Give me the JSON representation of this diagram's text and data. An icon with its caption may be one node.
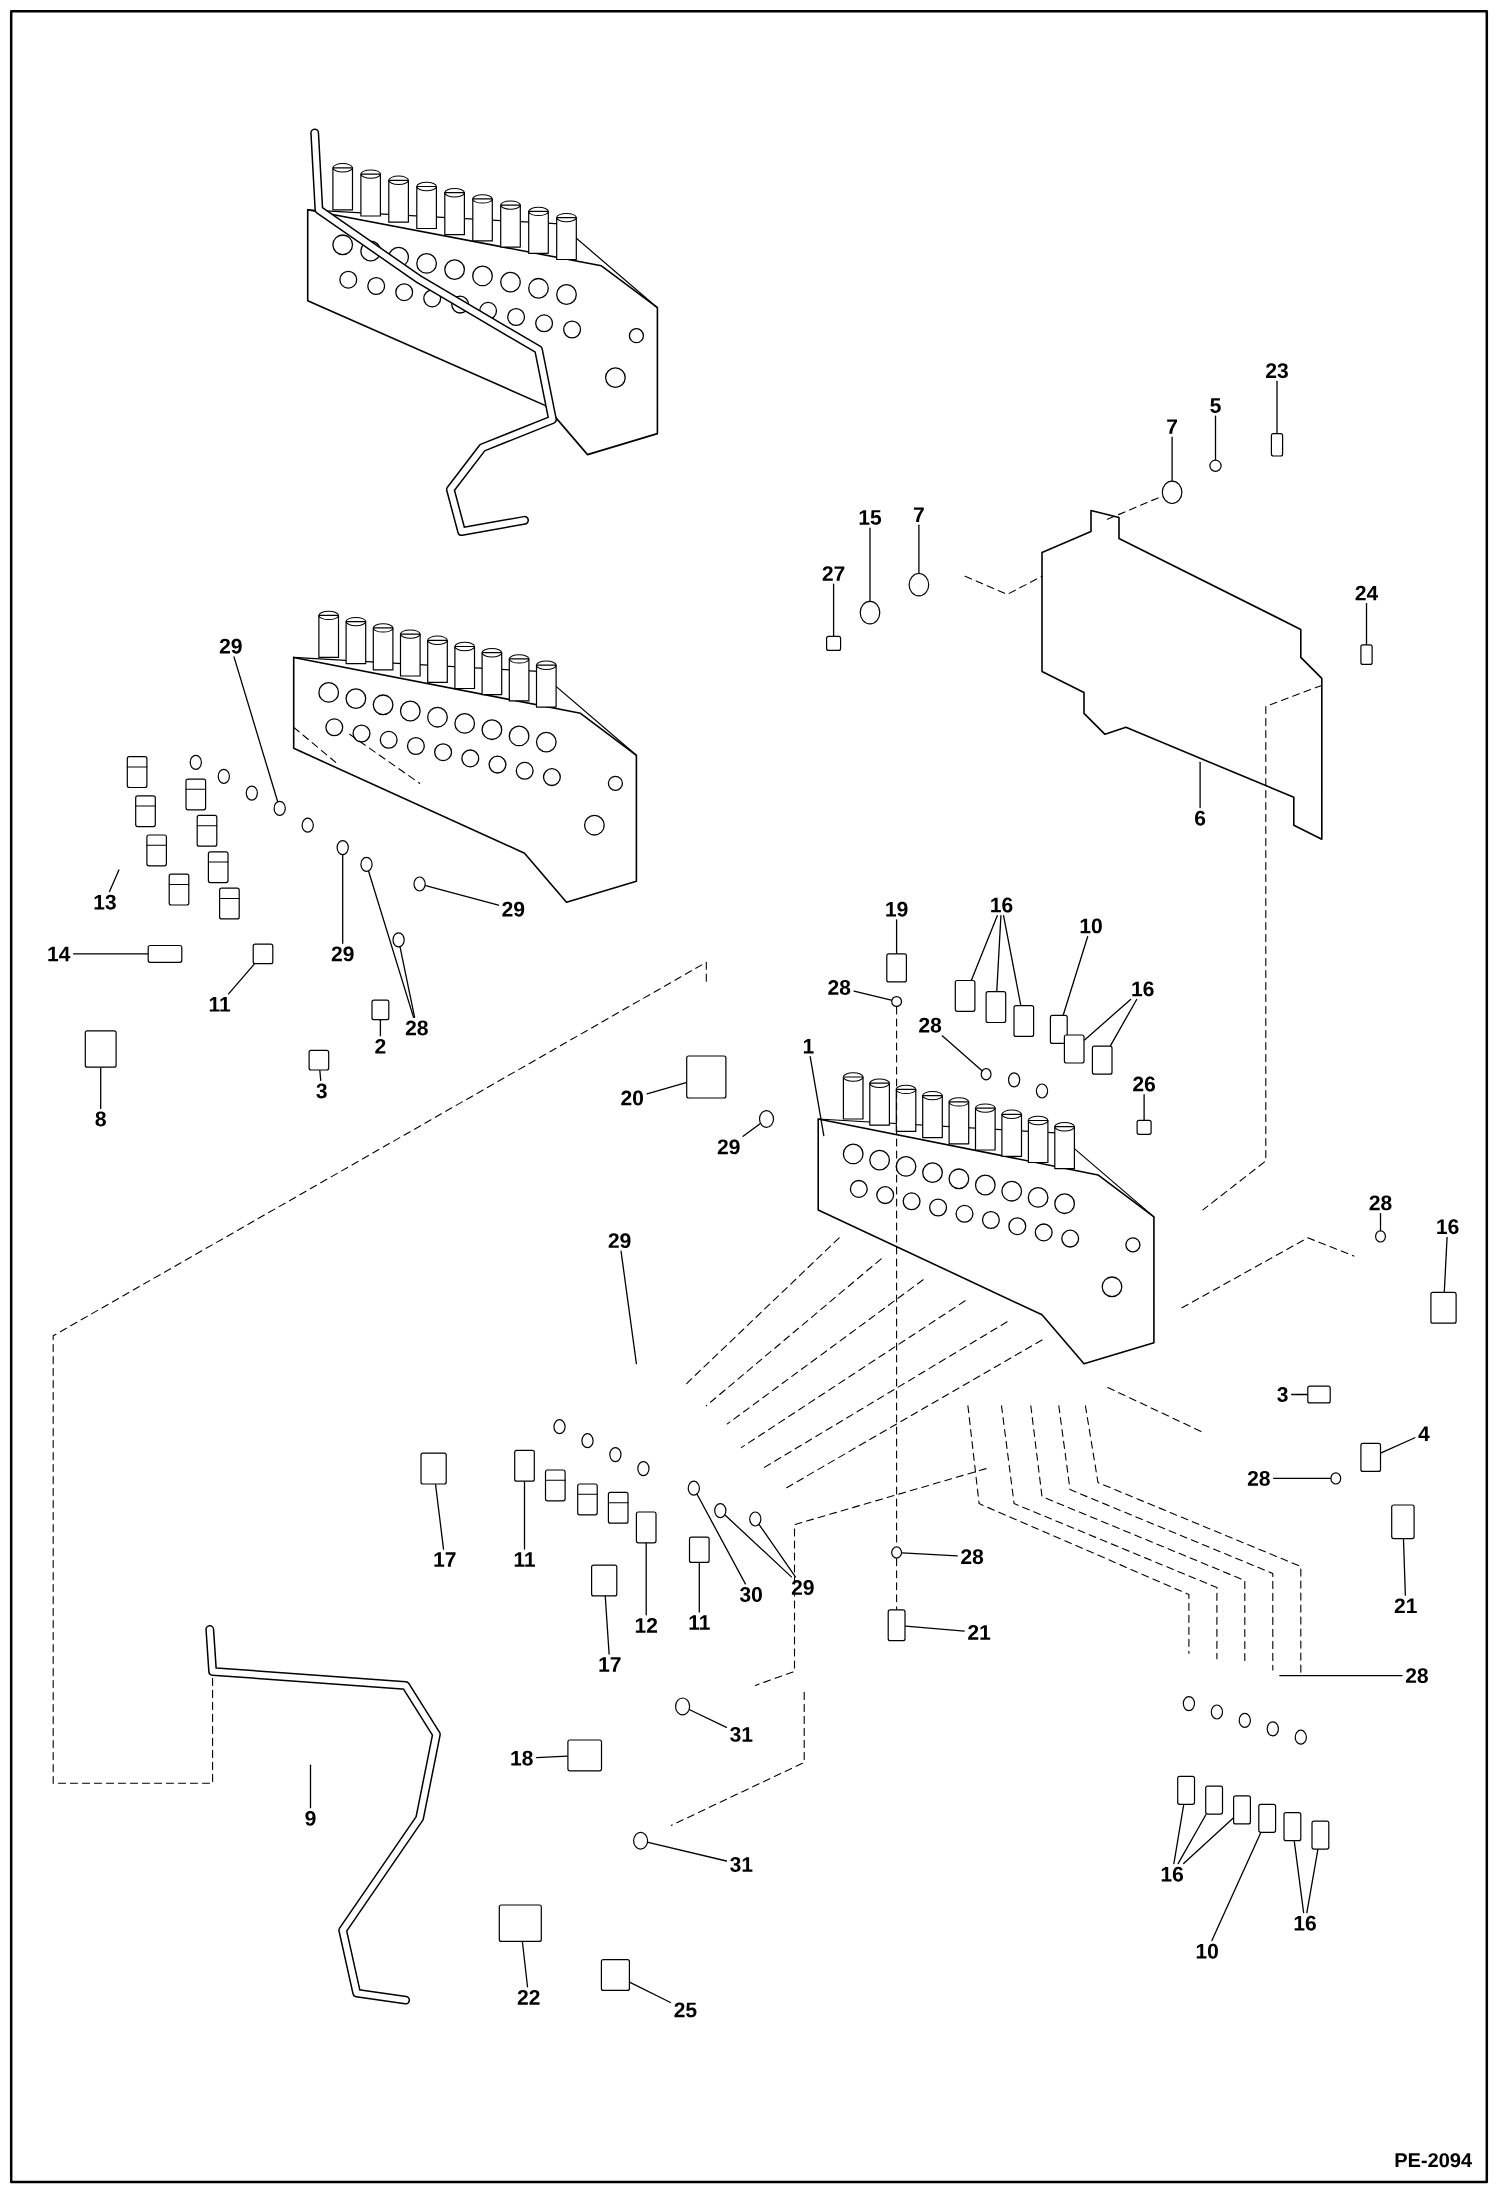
{
  "diagram": {
    "nodes": [
      {
        "text": [
          "23"
        ]
      },
      {
        "text": [
          "5"
        ]
      },
      {
        "text": [
          "7"
        ]
      },
      {
        "text": [
          "15"
        ]
      },
      {
        "text": [
          "7"
        ]
      },
      {
        "text": [
          "27"
        ]
      },
      {
        "text": [
          "24"
        ]
      },
      {
        "text": [
          "29"
        ]
      },
      {
        "text": [
          "6"
        ]
      },
      {
        "text": [
          "13"
        ]
      },
      {
        "text": [
          "29"
        ]
      },
      {
        "text": [
          "19"
        ]
      },
      {
        "text": [
          "16"
        ]
      },
      {
        "text": [
          "10"
        ]
      },
      {
        "text": [
          "14"
        ]
      },
      {
        "text": [
          "29"
        ]
      },
      {
        "text": [
          "28"
        ]
      },
      {
        "text": [
          "16"
        ]
      },
      {
        "text": [
          "11"
        ]
      },
      {
        "text": [
          "28"
        ]
      },
      {
        "text": [
          "2"
        ]
      },
      {
        "text": [
          "28"
        ]
      },
      {
        "text": [
          "1"
        ]
      },
      {
        "text": [
          "26"
        ]
      },
      {
        "text": [
          "3"
        ]
      },
      {
        "text": [
          "20"
        ]
      },
      {
        "text": [
          "8"
        ]
      },
      {
        "text": [
          "29"
        ]
      },
      {
        "text": [
          "28"
        ]
      },
      {
        "text": [
          "16"
        ]
      },
      {
        "text": [
          "29"
        ]
      },
      {
        "text": [
          "3"
        ]
      },
      {
        "text": [
          "4"
        ]
      },
      {
        "text": [
          "28"
        ]
      },
      {
        "text": [
          "17"
        ]
      },
      {
        "text": [
          "11"
        ]
      },
      {
        "text": [
          "28"
        ]
      },
      {
        "text": [
          "29"
        ]
      },
      {
        "text": [
          "30"
        ]
      },
      {
        "text": [
          "21"
        ]
      },
      {
        "text": [
          "12"
        ]
      },
      {
        "text": [
          "11"
        ]
      },
      {
        "text": [
          "21"
        ]
      },
      {
        "text": [
          "17"
        ]
      },
      {
        "text": [
          "28"
        ]
      },
      {
        "text": [
          "31"
        ]
      },
      {
        "text": [
          "18"
        ]
      },
      {
        "text": [
          "9"
        ]
      },
      {
        "text": [
          "31"
        ]
      },
      {
        "text": [
          "16"
        ]
      },
      {
        "text": [
          "16"
        ]
      },
      {
        "text": [
          "10"
        ]
      },
      {
        "text": [
          "22"
        ]
      },
      {
        "text": [
          "25"
        ]
      },
      {
        "text": [],
        "shape": "box"
      },
      {
        "text": [],
        "shape": "circle"
      },
      {
        "text": [],
        "shape": "circle"
      },
      {
        "text": [],
        "shape": "circle"
      },
      {
        "text": [],
        "shape": "circle"
      },
      {
        "text": [],
        "shape": "box"
      },
      {
        "text": [],
        "shape": "box"
      },
      {
        "text": [],
        "shape": "circle"
      },
      {
        "text": [],
        "shape": "box"
      },
      {
        "text": [],
        "shape": "box"
      },
      {
        "text": [],
        "shape": "box"
      },
      {
        "text": [],
        "shape": "box"
      },
      {
        "text": [],
        "shape": "box"
      },
      {
        "text": [],
        "shape": "box"
      },
      {
        "text": [],
        "shape": "circle"
      },
      {
        "text": [],
        "shape": "circle"
      },
      {
        "text": [],
        "shape": "box"
      },
      {
        "text": [],
        "shape": "box"
      },
      {
        "text": [],
        "shape": "box"
      },
      {
        "text": [],
        "shape": "circle"
      },
      {
        "text": [],
        "shape": "circle"
      },
      {
        "text": [],
        "shape": "box"
      },
      {
        "text": [],
        "shape": "circle"
      },
      {
        "text": [],
        "shape": "box"
      },
      {
        "text": [],
        "shape": "box"
      },
      {
        "text": [],
        "shape": "box"
      },
      {
        "text": [],
        "shape": "box"
      },
      {
        "text": [],
        "shape": "circle"
      },
      {
        "text": [],
        "shape": "circle"
      },
      {
        "text": [],
        "shape": "box"
      },
      {
        "text": [],
        "shape": "box"
      },
      {
        "text": [],
        "shape": "box"
      },
      {
        "text": [],
        "shape": "circle"
      },
      {
        "text": [],
        "shape": "box"
      },
      {
        "text": [],
        "shape": "box"
      },
      {
        "text": [],
        "shape": "circle"
      },
      {
        "text": [],
        "shape": "circle"
      },
      {
        "text": [],
        "shape": "circle"
      },
      {
        "text": [],
        "shape": "circle"
      },
      {
        "text": [],
        "shape": "box"
      },
      {
        "text": [],
        "shape": "box"
      },
      {
        "text": [],
        "shape": "box"
      },
      {
        "text": [],
        "shape": "box"
      },
      {
        "text": [],
        "shape": "box"
      },
      {
        "text": [],
        "shape": "circle"
      },
      {
        "text": [],
        "shape": "box"
      },
      {
        "text": [],
        "shape": "circle"
      },
      {
        "text": [],
        "shape": "box"
      },
      {
        "text": [],
        "shape": "box"
      },
      {
        "text": [],
        "shape": "box"
      },
      {
        "text": [],
        "shape": "box"
      },
      {
        "text": [],
        "shape": "box"
      },
      {
        "text": [],
        "shape": "box"
      },
      {
        "text": [],
        "shape": "box"
      },
      {
        "text": [],
        "shape": "box"
      },
      {
        "text": [],
        "shape": "circle"
      }
    ],
    "edges": [
      {
        "from": 0,
        "to": 54,
        "arrow": "none"
      },
      {
        "from": 1,
        "to": 55,
        "arrow": "none"
      },
      {
        "from": 2,
        "to": 56,
        "arrow": "none"
      },
      {
        "from": 3,
        "to": 57,
        "arrow": "none"
      },
      {
        "from": 4,
        "to": 58,
        "arrow": "none"
      },
      {
        "from": 5,
        "to": 59,
        "arrow": "none"
      },
      {
        "from": 6,
        "to": 60,
        "arrow": "none"
      },
      {
        "from": 7,
        "to": 109,
        "arrow": "none"
      },
      {
        "from": 8,
        "to": null,
        "arrow": "none"
      },
      {
        "from": 9,
        "to": null,
        "arrow": "none"
      },
      {
        "from": 10,
        "to": 61,
        "arrow": "none"
      },
      {
        "from": 11,
        "to": 62,
        "arrow": "none"
      },
      {
        "from": 12,
        "to": 63,
        "arrow": "none"
      },
      {
        "from": 12,
        "to": 64,
        "arrow": "none"
      },
      {
        "from": 12,
        "to": 65,
        "arrow": "none"
      },
      {
        "from": 13,
        "to": 66,
        "arrow": "none"
      },
      {
        "from": 14,
        "to": 67,
        "arrow": "none"
      },
      {
        "from": 15,
        "to": 68,
        "arrow": "none"
      },
      {
        "from": 16,
        "to": 69,
        "arrow": "none"
      },
      {
        "from": 17,
        "to": 70,
        "arrow": "none"
      },
      {
        "from": 17,
        "to": 71,
        "arrow": "none"
      },
      {
        "from": 18,
        "to": 72,
        "arrow": "none"
      },
      {
        "from": 19,
        "to": 73,
        "arrow": "none"
      },
      {
        "from": 19,
        "to": 74,
        "arrow": "none"
      },
      {
        "from": 20,
        "to": 75,
        "arrow": "none"
      },
      {
        "from": 21,
        "to": 76,
        "arrow": "none"
      },
      {
        "from": 22,
        "to": null,
        "arrow": "none"
      },
      {
        "from": 23,
        "to": 77,
        "arrow": "none"
      },
      {
        "from": 24,
        "to": 78,
        "arrow": "none"
      },
      {
        "from": 25,
        "to": 79,
        "arrow": "none"
      },
      {
        "from": 26,
        "to": 80,
        "arrow": "none"
      },
      {
        "from": 27,
        "to": 81,
        "arrow": "none"
      },
      {
        "from": 28,
        "to": 82,
        "arrow": "none"
      },
      {
        "from": 29,
        "to": 83,
        "arrow": "none"
      },
      {
        "from": 30,
        "to": null,
        "arrow": "none"
      },
      {
        "from": 31,
        "to": 84,
        "arrow": "none"
      },
      {
        "from": 32,
        "to": 85,
        "arrow": "none"
      },
      {
        "from": 33,
        "to": 86,
        "arrow": "none"
      },
      {
        "from": 34,
        "to": 87,
        "arrow": "none"
      },
      {
        "from": 35,
        "to": 88,
        "arrow": "none"
      },
      {
        "from": 36,
        "to": 89,
        "arrow": "none"
      },
      {
        "from": 37,
        "to": 90,
        "arrow": "none"
      },
      {
        "from": 37,
        "to": 91,
        "arrow": "none"
      },
      {
        "from": 38,
        "to": 92,
        "arrow": "none"
      },
      {
        "from": 39,
        "to": 93,
        "arrow": "none"
      },
      {
        "from": 40,
        "to": 94,
        "arrow": "none"
      },
      {
        "from": 41,
        "to": 95,
        "arrow": "none"
      },
      {
        "from": 42,
        "to": 96,
        "arrow": "none"
      },
      {
        "from": 43,
        "to": 97,
        "arrow": "none"
      },
      {
        "from": 44,
        "to": null,
        "arrow": "none"
      },
      {
        "from": 45,
        "to": 98,
        "arrow": "none"
      },
      {
        "from": 46,
        "to": 99,
        "arrow": "none"
      },
      {
        "from": 47,
        "to": null,
        "arrow": "none"
      },
      {
        "from": 48,
        "to": 100,
        "arrow": "none"
      },
      {
        "from": 49,
        "to": 101,
        "arrow": "none"
      },
      {
        "from": 49,
        "to": 102,
        "arrow": "none"
      },
      {
        "from": 49,
        "to": 103,
        "arrow": "none"
      },
      {
        "from": 50,
        "to": 104,
        "arrow": "none"
      },
      {
        "from": 50,
        "to": 105,
        "arrow": "none"
      },
      {
        "from": 51,
        "to": 106,
        "arrow": "none"
      },
      {
        "from": 52,
        "to": 107,
        "arrow": "none"
      },
      {
        "from": 53,
        "to": 108,
        "arrow": "none"
      },
      {
        "from": 69,
        "to": 89,
        "arrow": "none",
        "style": "dashed"
      },
      {
        "from": 89,
        "to": 96,
        "arrow": "none",
        "style": "dashed"
      }
    ],
    "labels": [
      "PE-2094"
    ]
  }
}
